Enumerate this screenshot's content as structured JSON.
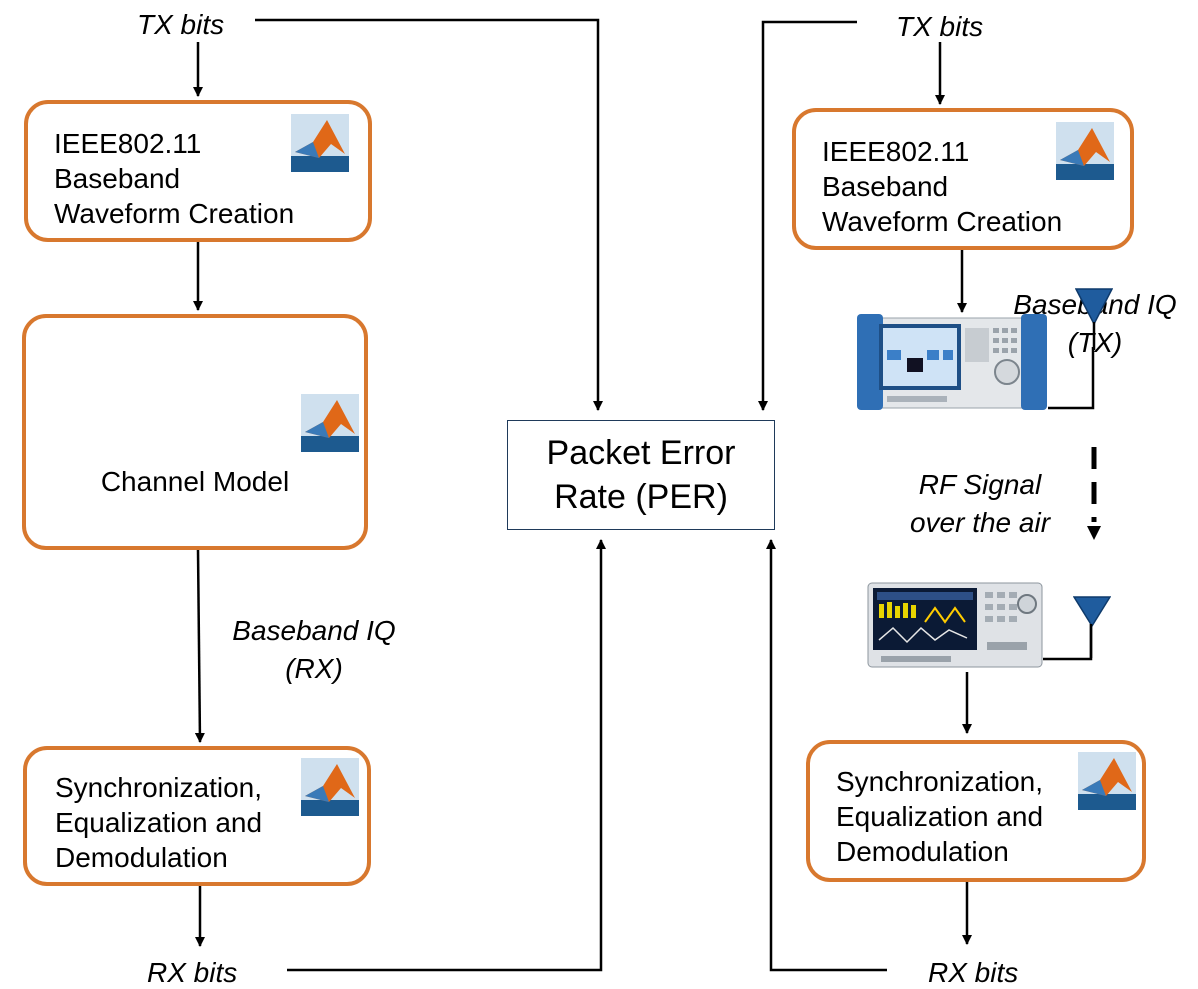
{
  "left_chain": {
    "tx_bits": "TX bits",
    "waveform_block": [
      "IEEE802.11",
      "Baseband",
      "Waveform Creation"
    ],
    "channel_block": "Channel Model",
    "rx_iq_label": [
      "Baseband IQ",
      "(RX)"
    ],
    "sync_block": [
      "Synchronization,",
      "Equalization and",
      "Demodulation"
    ],
    "rx_bits": "RX bits"
  },
  "per_block": [
    "Packet Error",
    "Rate (PER)"
  ],
  "right_chain": {
    "tx_bits": "TX bits",
    "waveform_block": [
      "IEEE802.11",
      "Baseband",
      "Waveform Creation"
    ],
    "tx_iq_label": [
      "Baseband IQ",
      "(TX)"
    ],
    "rf_label": [
      "RF Signal",
      "over the air"
    ],
    "sync_block": [
      "Synchronization,",
      "Equalization and",
      "Demodulation"
    ],
    "rx_bits": "RX bits"
  },
  "icons": [
    "matlab-logo-icon",
    "signal-generator-icon",
    "spectrum-analyzer-icon",
    "antenna-icon"
  ],
  "colors": {
    "block_border": "#D8782E",
    "per_border": "#1f3a5a",
    "antenna": "#1F5C9E",
    "arrow": "#000000"
  }
}
